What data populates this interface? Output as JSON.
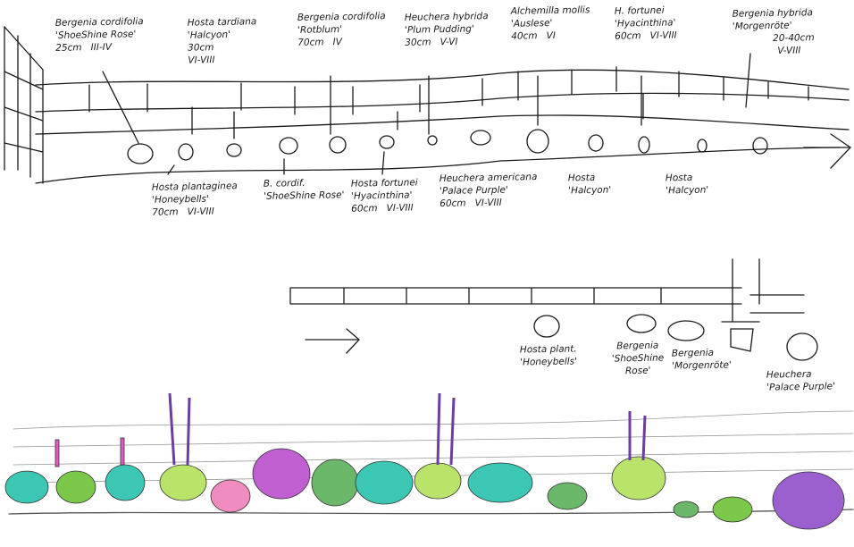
{
  "title": "Planting plan sketch – shade border along wall",
  "top_labels": [
    {
      "name": "Bergenia cordifolia",
      "cultivar": "'ShoeShine Rose'",
      "height": "25cm",
      "bloom": "III-IV"
    },
    {
      "name": "Hosta tardiana",
      "cultivar": "'Halcyon'",
      "height": "30cm",
      "bloom": "VI-VIII"
    },
    {
      "name": "Bergenia cordifolia",
      "cultivar": "'Rotblum'",
      "height": "70cm",
      "bloom": "IV"
    },
    {
      "name": "Heuchera hybrida",
      "cultivar": "'Plum Pudding'",
      "height": "30cm",
      "bloom": "V-VI"
    },
    {
      "name": "Alchemilla mollis",
      "cultivar": "'Auslese'",
      "height": "40cm",
      "bloom": "VI"
    },
    {
      "name": "H. fortunei",
      "cultivar": "'Hyacinthina'",
      "height": "60cm",
      "bloom": "VI-VIII"
    },
    {
      "name": "Bergenia hybrida",
      "cultivar": "'Morgenröte'",
      "height": "20-40cm",
      "bloom": "V-VIII"
    }
  ],
  "bottom_labels": [
    {
      "name": "Hosta plantaginea",
      "cultivar": "'Honeybells'",
      "height": "70cm",
      "bloom": "VI-VIII"
    },
    {
      "name": "B. cordif.",
      "cultivar": "'ShoeShine Rose'"
    },
    {
      "name": "Hosta fortunei",
      "cultivar": "'Hyacinthina'",
      "height": "60cm",
      "bloom": "VI-VIII"
    },
    {
      "name": "Heuchera americana",
      "cultivar": "'Palace Purple'",
      "height": "60cm",
      "bloom": "VI-VIII"
    },
    {
      "name": "Hosta",
      "cultivar": "'Halcyon'"
    },
    {
      "name": "Hosta",
      "cultivar": "'Halcyon'"
    }
  ],
  "plan_labels": [
    {
      "name": "Hosta plant.",
      "cultivar": "'Honeybells'"
    },
    {
      "name": "Bergenia",
      "cultivar": "'ShoeShine Rose'"
    },
    {
      "name": "Bergenia",
      "cultivar": "'Morgenröte'"
    },
    {
      "name": "Heuchera",
      "cultivar": "'Palace Purple'"
    }
  ],
  "colors": {
    "ink": "#1a1a1a",
    "hosta": "#3cc7b4",
    "bergenia": "#e05cc0",
    "heuchera": "#9b5fd0",
    "foliage": "#7cc84a"
  }
}
